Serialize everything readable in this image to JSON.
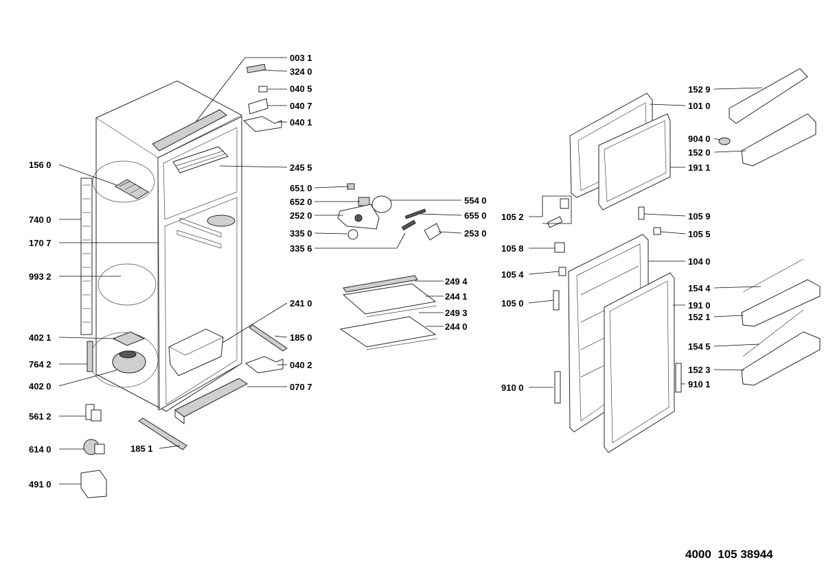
{
  "labels": {
    "p0031": "003 1",
    "p3240": "324 0",
    "p0405": "040 5",
    "p0407": "040 7",
    "p0401": "040 1",
    "p2455": "245 5",
    "p6510": "651 0",
    "p6520": "652 0",
    "p2520": "252 0",
    "p3350": "335 0",
    "p3356": "335 6",
    "p5540": "554 0",
    "p6550": "655 0",
    "p2530": "253 0",
    "p1560": "156 0",
    "p7400": "740 0",
    "p1707": "170 7",
    "p9932": "993 2",
    "p4021": "402 1",
    "p7642": "764 2",
    "p4020": "402 0",
    "p5612": "561 2",
    "p6140": "614 0",
    "p4910": "491 0",
    "p1851": "185 1",
    "p2410": "241 0",
    "p1850": "185 0",
    "p0402": "040 2",
    "p0707": "070 7",
    "p2494": "249 4",
    "p2441": "244 1",
    "p2493": "249 3",
    "p2440": "244 0",
    "p1529": "152 9",
    "p1010": "101 0",
    "p9040": "904 0",
    "p1520": "152 0",
    "p1911": "191 1",
    "p1052": "105 2",
    "p1059": "105 9",
    "p1055": "105 5",
    "p1058": "105 8",
    "p1040": "104 0",
    "p1054": "105 4",
    "p1544": "154 4",
    "p1050": "105 0",
    "p1910": "191 0",
    "p1521": "152 1",
    "p1545": "154 5",
    "p1523": "152 3",
    "p9100": "910 0",
    "p9101": "910 1"
  },
  "footer": "4000  105 38944"
}
